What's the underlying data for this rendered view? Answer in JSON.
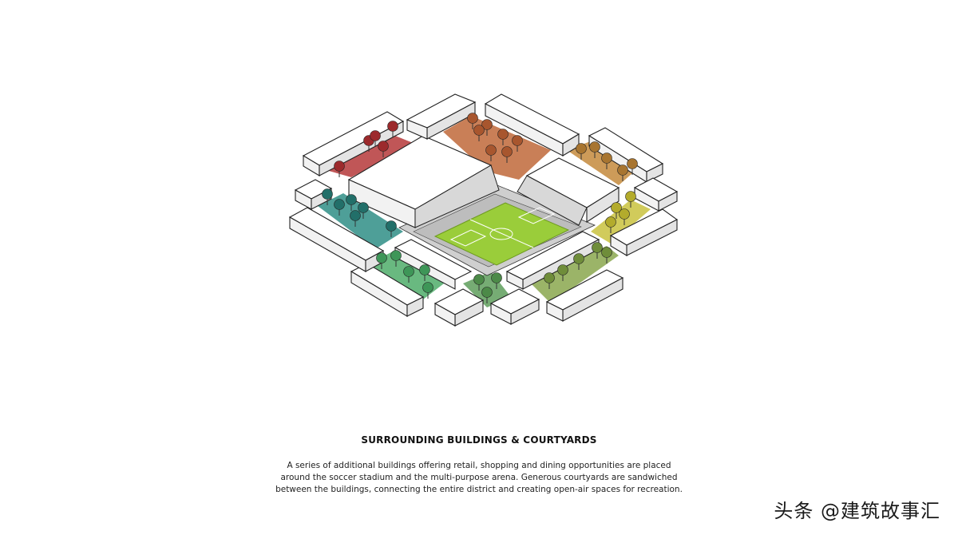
{
  "caption": {
    "title": "SURROUNDING BUILDINGS & COURTYARDS",
    "body": "A series of additional buildings offering retail, shopping and dining opportunities are placed around the soccer stadium and the multi-purpose arena. Generous courtyards are sandwiched between the buildings, connecting the entire district and creating open-air spaces for recreation."
  },
  "watermark": "头条 @建筑故事汇",
  "colors": {
    "pitch": "#9acd3a",
    "courtyard_red": "#b5383a",
    "courtyard_orange": "#c0693a",
    "courtyard_amber": "#c48a3c",
    "courtyard_yellow": "#c9c23e",
    "courtyard_olive": "#8aa74e",
    "courtyard_green": "#5e9d5c",
    "courtyard_lightgreen": "#4fad6a",
    "courtyard_teal": "#2f8e86",
    "building": "#ffffff",
    "outline": "#222222"
  }
}
